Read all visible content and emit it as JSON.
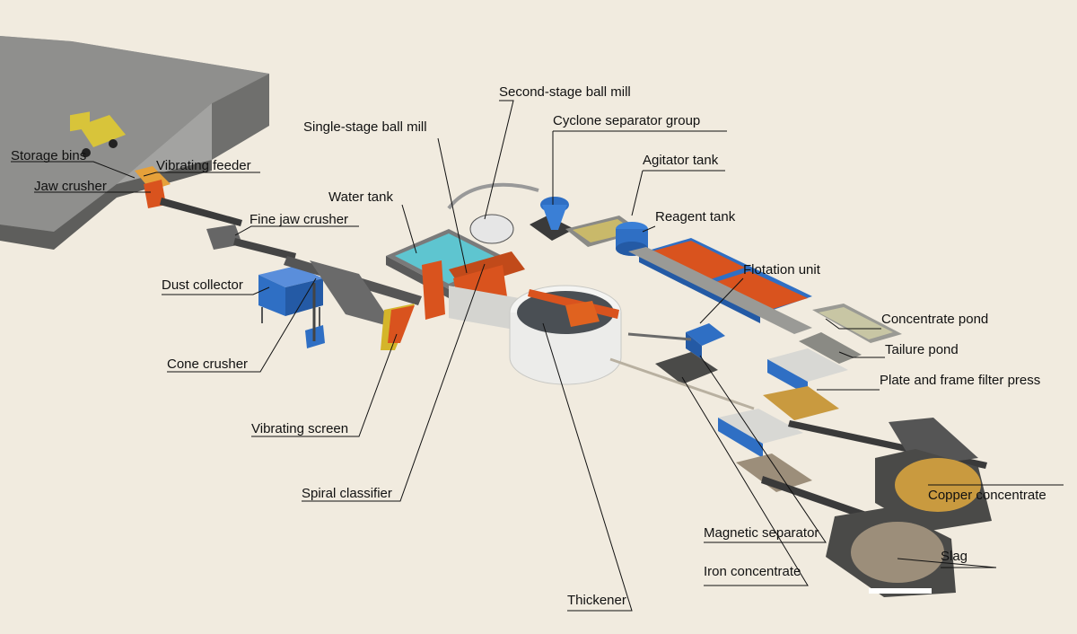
{
  "labels": {
    "storage_bins": "Storage bins",
    "vibrating_feeder": "Vibrating feeder",
    "jaw_crusher": "Jaw crusher",
    "fine_jaw_crusher": "Fine jaw crusher",
    "dust_collector": "Dust collector",
    "cone_crusher": "Cone crusher",
    "vibrating_screen": "Vibrating screen",
    "spiral_classifier": "Spiral classifier",
    "water_tank": "Water tank",
    "single_stage_ball_mill": "Single-stage ball mill",
    "second_stage_ball_mill": "Second-stage ball mill",
    "cyclone_separator_group": "Cyclone separator group",
    "agitator_tank": "Agitator tank",
    "reagent_tank": "Reagent tank",
    "flotation_unit": "Flotation unit",
    "concentrate_pond": "Concentrate pond",
    "tailure_pond": "Tailure pond",
    "plate_frame_filter_press": "Plate and frame filter press",
    "copper_concentrate": "Copper concentrate",
    "magnetic_separator": "Magnetic separator",
    "iron_concentrate": "Iron concentrate",
    "slag": "Slag",
    "thickener": "Thickener"
  },
  "colors": {
    "background": "#f1ebdf",
    "quarry": "#8e8e8c",
    "equipment_orange": "#d9531e",
    "equipment_blue": "#2f6fc4",
    "water": "#5ec5d0",
    "copper": "#c99a3f",
    "slag": "#9c8e7a"
  }
}
